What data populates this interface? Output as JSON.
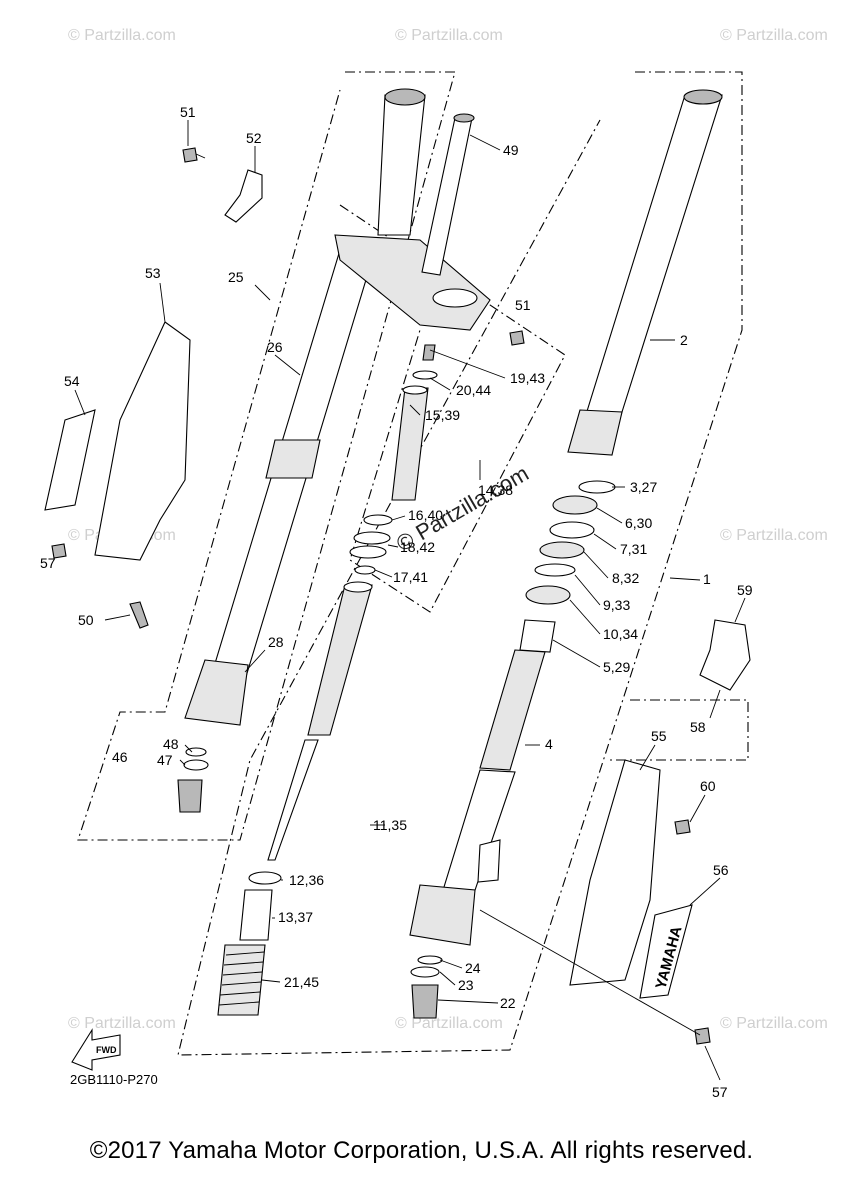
{
  "diagram": {
    "code": "2GB1110-P270",
    "copyright": "©2017 Yamaha Motor Corporation, U.S.A. All rights reserved.",
    "watermark_center": "© Partzilla.com",
    "watermark_corner": "© Partzilla.com",
    "fwd_label": "FWD",
    "guard_brand": "YAMAHA"
  },
  "callouts": [
    {
      "id": "51a",
      "text": "51"
    },
    {
      "id": "52",
      "text": "52"
    },
    {
      "id": "49",
      "text": "49"
    },
    {
      "id": "51b",
      "text": "51"
    },
    {
      "id": "53",
      "text": "53"
    },
    {
      "id": "25",
      "text": "25"
    },
    {
      "id": "26",
      "text": "26"
    },
    {
      "id": "54",
      "text": "54"
    },
    {
      "id": "2",
      "text": "2"
    },
    {
      "id": "19_43",
      "text": "19,43"
    },
    {
      "id": "20_44",
      "text": "20,44"
    },
    {
      "id": "15_39",
      "text": "15,39"
    },
    {
      "id": "14_38",
      "text": "14,38"
    },
    {
      "id": "3_27",
      "text": "3,27"
    },
    {
      "id": "16_40",
      "text": "16,40"
    },
    {
      "id": "6_30",
      "text": "6,30"
    },
    {
      "id": "18_42",
      "text": "18,42"
    },
    {
      "id": "7_31",
      "text": "7,31"
    },
    {
      "id": "57a",
      "text": "57"
    },
    {
      "id": "17_41",
      "text": "17,41"
    },
    {
      "id": "8_32",
      "text": "8,32"
    },
    {
      "id": "1",
      "text": "1"
    },
    {
      "id": "9_33",
      "text": "9,33"
    },
    {
      "id": "59",
      "text": "59"
    },
    {
      "id": "50",
      "text": "50"
    },
    {
      "id": "10_34",
      "text": "10,34"
    },
    {
      "id": "28",
      "text": "28"
    },
    {
      "id": "5_29",
      "text": "5,29"
    },
    {
      "id": "58",
      "text": "58"
    },
    {
      "id": "48",
      "text": "48"
    },
    {
      "id": "46",
      "text": "46"
    },
    {
      "id": "47",
      "text": "47"
    },
    {
      "id": "4",
      "text": "4"
    },
    {
      "id": "55",
      "text": "55"
    },
    {
      "id": "60",
      "text": "60"
    },
    {
      "id": "11_35",
      "text": "11,35"
    },
    {
      "id": "12_36",
      "text": "12,36"
    },
    {
      "id": "56",
      "text": "56"
    },
    {
      "id": "13_37",
      "text": "13,37"
    },
    {
      "id": "24",
      "text": "24"
    },
    {
      "id": "21_45",
      "text": "21,45"
    },
    {
      "id": "23",
      "text": "23"
    },
    {
      "id": "22",
      "text": "22"
    },
    {
      "id": "57b",
      "text": "57"
    }
  ]
}
